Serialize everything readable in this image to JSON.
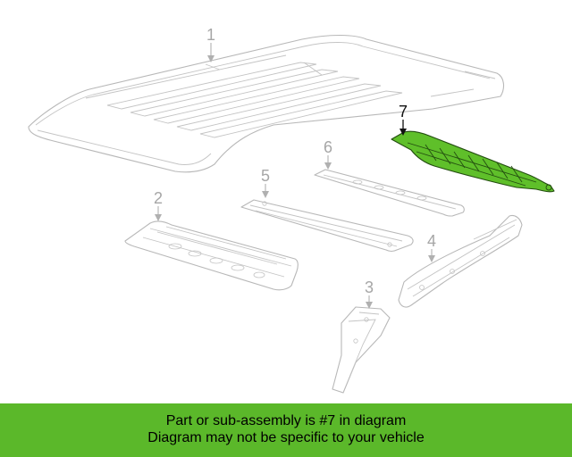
{
  "diagram": {
    "callouts": [
      "1",
      "2",
      "3",
      "4",
      "5",
      "6",
      "7"
    ],
    "highlighted_part": "7",
    "highlight_color": "#5fbf2a"
  },
  "banner": {
    "line1": "Part or sub-assembly is #7 in diagram",
    "line2": "Diagram may not be specific to your vehicle",
    "background": "#5bb82a"
  }
}
